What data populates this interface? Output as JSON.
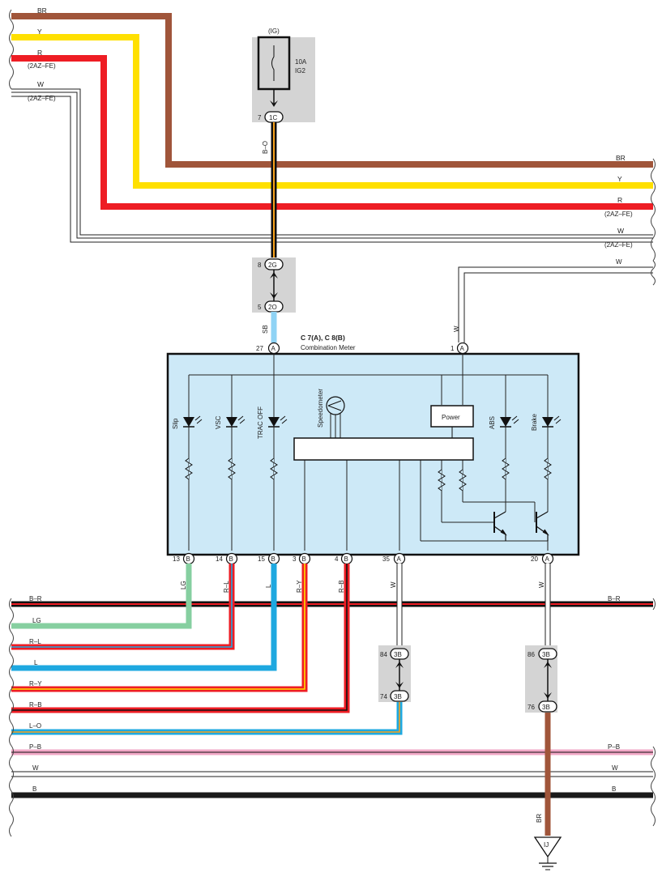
{
  "colors": {
    "BR": "#a0553a",
    "Y": "#ffe000",
    "R": "#ee1d24",
    "W": "#ffffff",
    "B": "#1a1a1a",
    "SB": "#8fd3f5",
    "LG": "#86cfa0",
    "L": "#1ea8e0",
    "PB": "#f2a7c6",
    "O": "#f6a01a",
    "grey_box": "#d4d4d4",
    "meter_fill": "#cde9f7"
  },
  "top_wires": [
    {
      "id": "br",
      "left": "BR",
      "right": "BR"
    },
    {
      "id": "y",
      "left": "Y",
      "right": "Y"
    },
    {
      "id": "r",
      "left": "R",
      "left_sub": "(2AZ–FE)",
      "right": "R",
      "right_sub": "(2AZ–FE)"
    },
    {
      "id": "w",
      "left": "W",
      "left_sub": "(2AZ–FE)",
      "right": "W",
      "right_sub": "(2AZ–FE)"
    }
  ],
  "fuse": {
    "ig": "(IG)",
    "rating": "10A",
    "name": "IG2",
    "pin": "7",
    "connector": "1C"
  },
  "bo_wire": "B–O",
  "junction": {
    "top_pin": "8",
    "top_conn": "2G",
    "bottom_pin": "5",
    "bottom_conn": "2O"
  },
  "sb_wire": "SB",
  "w_top_right": "W",
  "w_vertical": "W",
  "meter": {
    "title_line1": "C 7(A), C 8(B)",
    "title_line2": "Combination Meter",
    "pin_27": "27",
    "pin_27_conn": "A",
    "pin_1": "1",
    "pin_1_conn": "A",
    "lamps": {
      "slip": "Slip",
      "vsc": "VSC",
      "trac": "TRAC OFF",
      "abs": "ABS",
      "brake": "Brake"
    },
    "speedometer": "Speedometer",
    "power": "Power"
  },
  "bottom_pins": [
    {
      "num": "13",
      "conn": "B",
      "wire": "LG"
    },
    {
      "num": "14",
      "conn": "B",
      "wire": "R–L"
    },
    {
      "num": "15",
      "conn": "B",
      "wire": "L"
    },
    {
      "num": "3",
      "conn": "B",
      "wire": "R–Y"
    },
    {
      "num": "4",
      "conn": "B",
      "wire": "R–B"
    },
    {
      "num": "35",
      "conn": "A",
      "wire": "W"
    },
    {
      "num": "20",
      "conn": "A",
      "wire": "W"
    }
  ],
  "bottom_bus": {
    "br_left": "B–R",
    "br_right": "B–R",
    "lg": "LG",
    "rl": "R–L",
    "l": "L",
    "ry": "R–Y",
    "rb": "R–B",
    "lo": "L–O",
    "pb_left": "P–B",
    "pb_right": "P–B",
    "w_left": "W",
    "w_right": "W",
    "b_left": "B",
    "b_right": "B"
  },
  "conn_3b_left": {
    "top_pin": "84",
    "top_conn": "3B",
    "bottom_pin": "74",
    "bottom_conn": "3B"
  },
  "conn_3b_right": {
    "top_pin": "86",
    "top_conn": "3B",
    "bottom_pin": "76",
    "bottom_conn": "3B"
  },
  "br_ground_wire": "BR",
  "ground": "IJ"
}
